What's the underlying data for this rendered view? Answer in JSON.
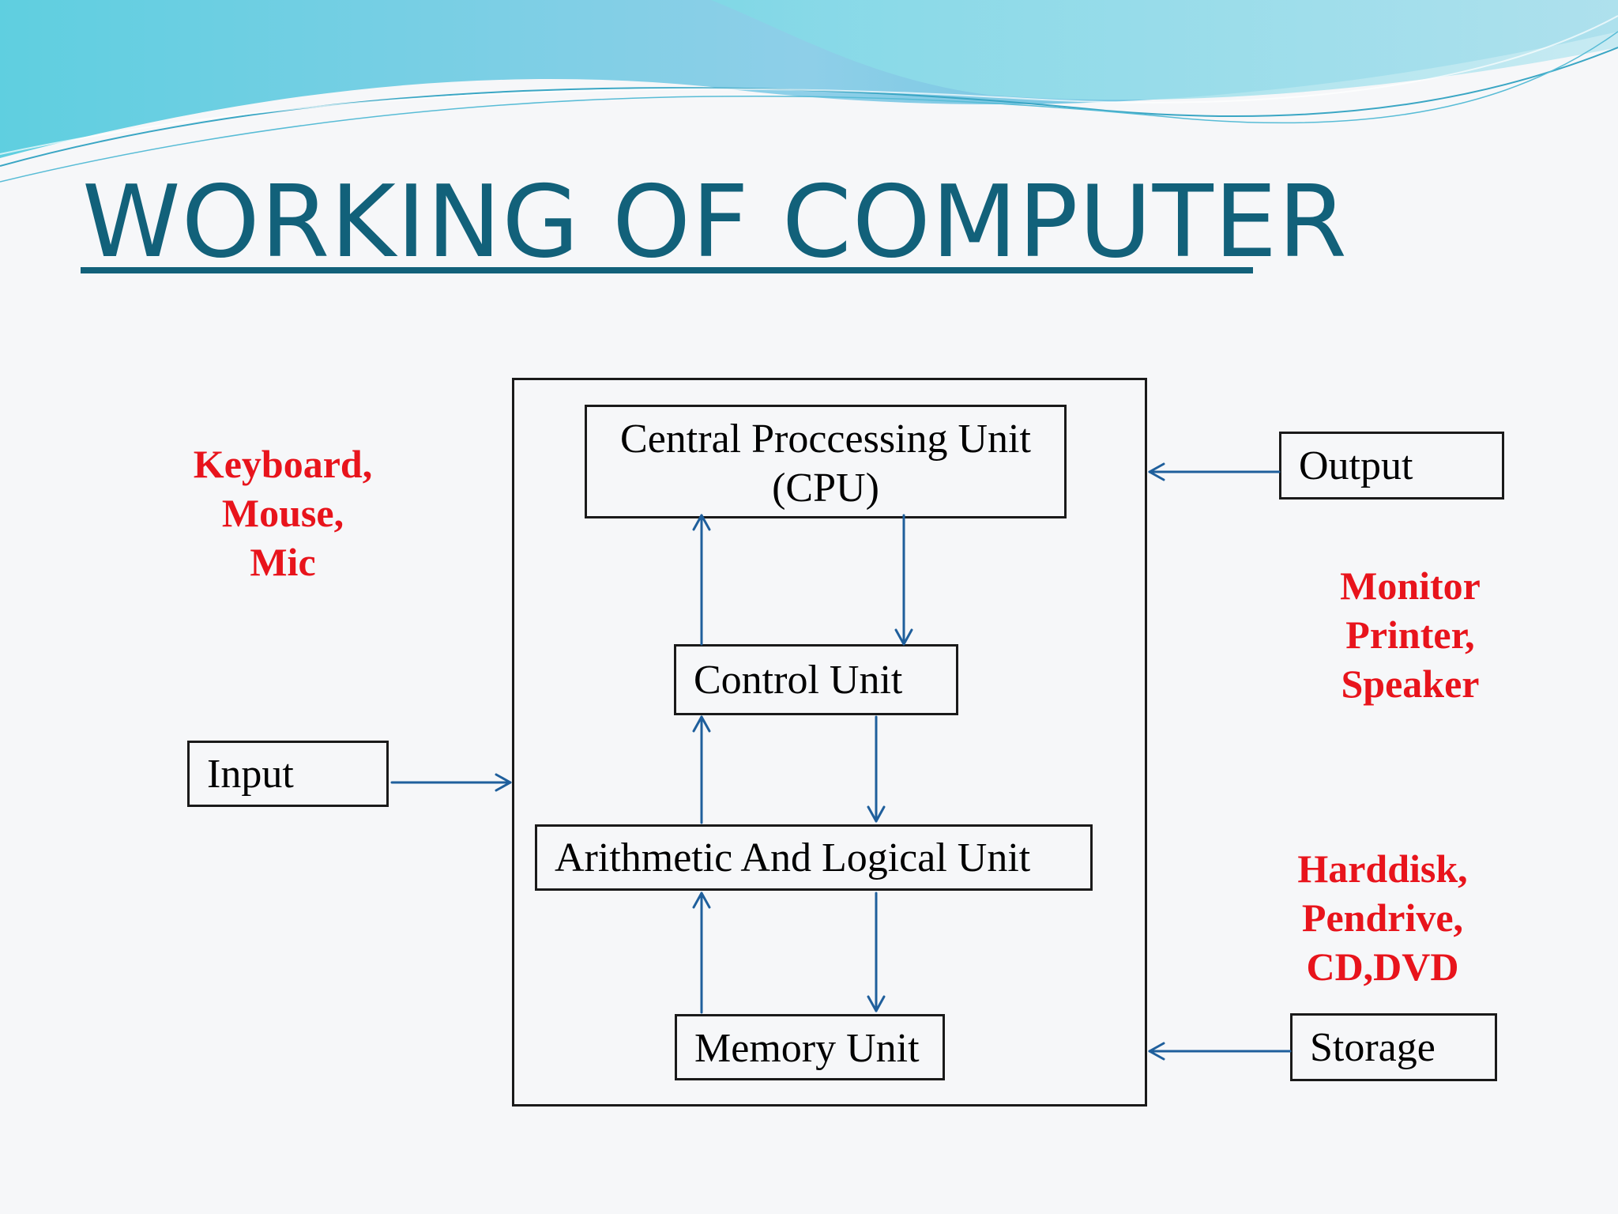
{
  "slide": {
    "title": "WORKING OF COMPUTER"
  },
  "diagram": {
    "cpu": {
      "line1": "Central Proccessing Unit",
      "line2": "(CPU)"
    },
    "control_unit": "Control Unit",
    "alu": "Arithmetic And Logical Unit",
    "memory_unit": "Memory Unit",
    "input": "Input",
    "output": "Output",
    "storage": "Storage"
  },
  "devices": {
    "input": [
      "Keyboard,",
      "Mouse,",
      "Mic"
    ],
    "output": [
      "Monitor",
      "Printer,",
      "Speaker"
    ],
    "storage": [
      "Harddisk,",
      "Pendrive,",
      "CD,DVD"
    ]
  },
  "colors": {
    "title": "#12617a",
    "arrow": "#1f5f9c",
    "device_text": "#e8141c",
    "box_border": "#1a1a1a"
  }
}
